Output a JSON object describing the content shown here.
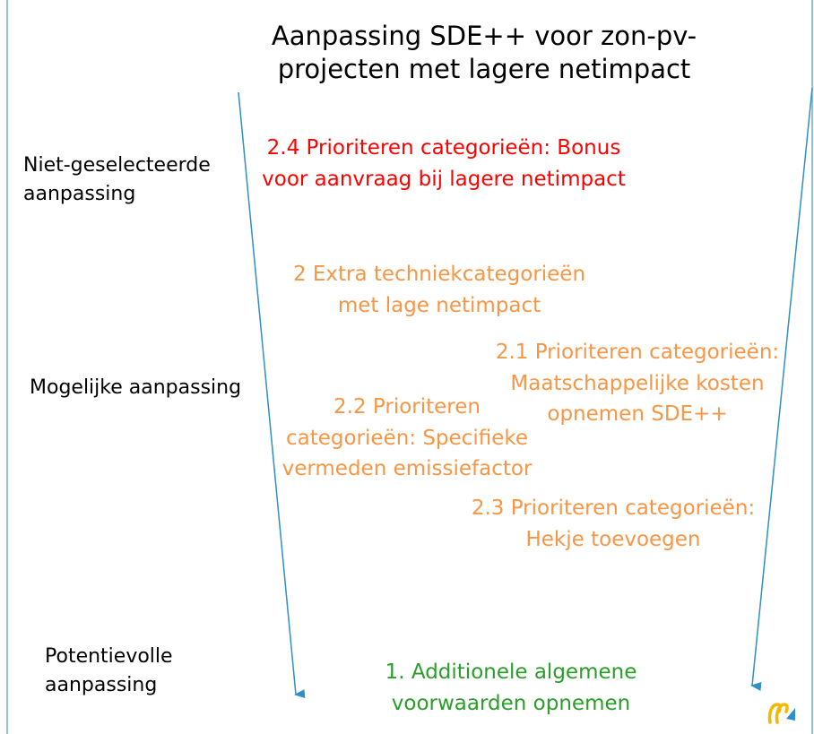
{
  "title": {
    "line1": "Aanpassing SDE++ voor zon-pv-",
    "line2": "projecten met lagere netimpact"
  },
  "row_labels": {
    "niet_geselecteerd": [
      "Niet-geselecteerde",
      "aanpassing"
    ],
    "mogelijk": [
      "Mogelijke aanpassing"
    ],
    "potentievol": [
      "Potentievolle",
      "aanpassing"
    ]
  },
  "items": {
    "item_2_4": [
      "2.4 Prioriteren categorieën: Bonus",
      "voor aanvraag bij lagere netimpact"
    ],
    "item_2": [
      "2 Extra techniekcategorieën",
      "met lage netimpact"
    ],
    "item_2_1": [
      "2.1 Prioriteren categorieën:",
      "Maatschappelijke kosten",
      "opnemen SDE++"
    ],
    "item_2_2": [
      "2.2 Prioriteren",
      "categorieën: Specifieke",
      "vermeden emissiefactor"
    ],
    "item_2_3": [
      "2.3 Prioriteren categorieën:",
      "Hekje toevoegen"
    ],
    "item_1": [
      "1. Additionele algemene",
      "voorwaarden opnemen"
    ]
  },
  "colors": {
    "arrow": "#2e8fc9",
    "frame": "#6aaed6",
    "not_selected": "#ff0000",
    "possible": "#f79646",
    "promising": "#2a9d2a"
  }
}
